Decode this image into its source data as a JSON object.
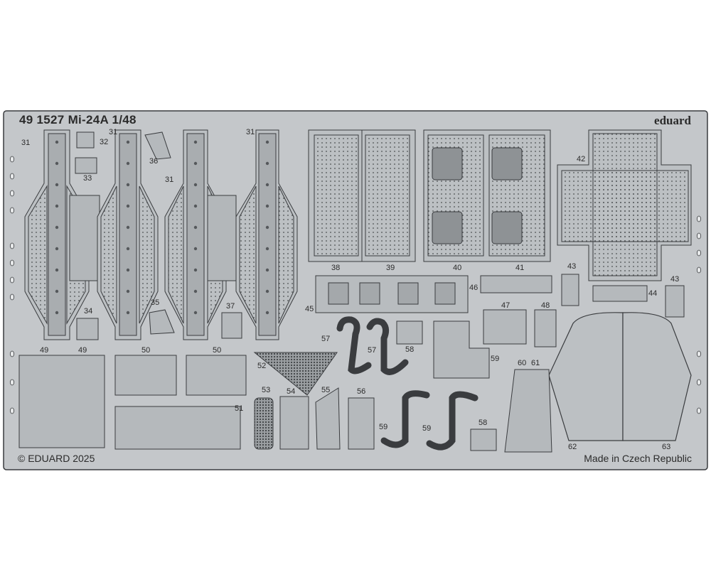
{
  "sheet": {
    "title": "49 1527 Mi-24A 1/48",
    "brand": "eduard",
    "copyright": "© EDUARD 2025",
    "origin": "Made in Czech Republic"
  },
  "part_numbers": [
    "31",
    "32",
    "33",
    "31",
    "36",
    "31",
    "31",
    "34",
    "35",
    "37",
    "38",
    "39",
    "40",
    "41",
    "42",
    "43",
    "43",
    "44",
    "45",
    "46",
    "47",
    "48",
    "49",
    "49",
    "50",
    "50",
    "51",
    "52",
    "53",
    "54",
    "55",
    "56",
    "57",
    "57",
    "58",
    "58",
    "59",
    "59",
    "59",
    "60",
    "61",
    "62",
    "63"
  ],
  "colors": {
    "fret": "#c4c7ca",
    "outline": "#3a3c3f",
    "part_dark": "#8e9295",
    "text": "#2b2b2b"
  }
}
